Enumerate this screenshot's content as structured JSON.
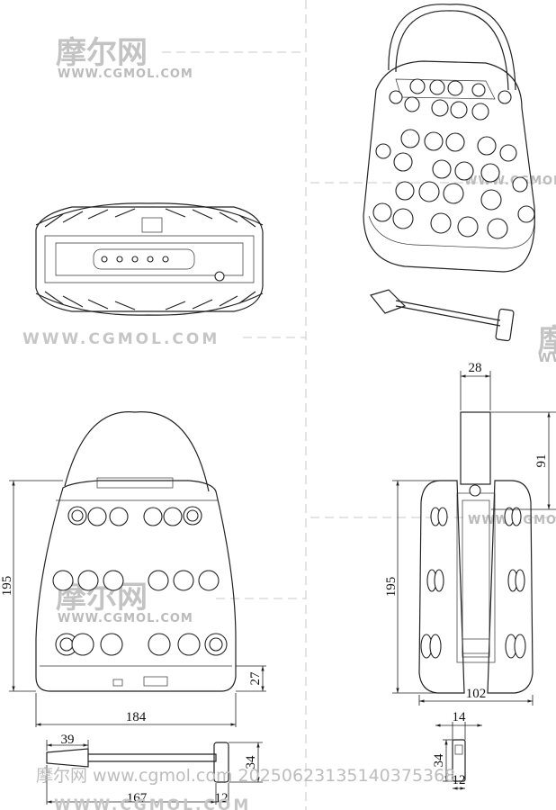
{
  "watermark": {
    "brand_cn": "摩尔网",
    "site_url": "WWW.CGMOL.COM",
    "footer": "摩尔网 www.cgmol.com 20250623135140375368"
  },
  "dimensions": {
    "front_height": "195",
    "front_width": "184",
    "front_bottom": "27",
    "side_top_width": "28",
    "side_top_height": "91",
    "side_height": "195",
    "side_width": "102",
    "hammer_head_width": "14",
    "hammer_head_height": "34",
    "hammer_head_small": "12",
    "hammer_grip": "39",
    "hammer_length": "167",
    "hammer_end": "12",
    "hammer_height": "34"
  },
  "colors": {
    "line": "#222222",
    "watermark": "#bbbbbb"
  }
}
